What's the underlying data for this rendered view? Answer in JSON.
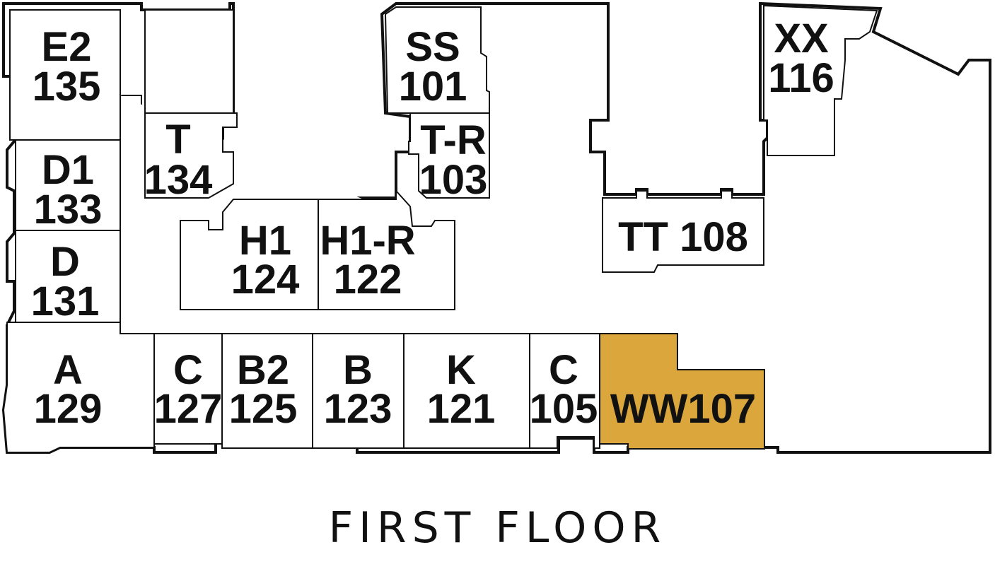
{
  "floor": {
    "title": "FIRST FLOOR"
  },
  "colors": {
    "highlight": "#DBA73C",
    "outline": "#111111",
    "background": "#ffffff"
  },
  "units": [
    {
      "id": "e2",
      "line1": "E2",
      "line2": "135"
    },
    {
      "id": "d1",
      "line1": "D1",
      "line2": "133"
    },
    {
      "id": "d",
      "line1": "D",
      "line2": "131"
    },
    {
      "id": "a",
      "line1": "A",
      "line2": "129"
    },
    {
      "id": "t",
      "line1": "T",
      "line2": "134"
    },
    {
      "id": "h1",
      "line1": "H1",
      "line2": "124"
    },
    {
      "id": "h1r",
      "line1": "H1-R",
      "line2": "122"
    },
    {
      "id": "ss",
      "line1": "SS",
      "line2": "101"
    },
    {
      "id": "tr",
      "line1": "T-R",
      "line2": "103"
    },
    {
      "id": "xx",
      "line1": "XX",
      "line2": "116"
    },
    {
      "id": "tt",
      "line1": "TT 108"
    },
    {
      "id": "c127",
      "line1": "C",
      "line2": "127"
    },
    {
      "id": "b2",
      "line1": "B2",
      "line2": "125"
    },
    {
      "id": "b",
      "line1": "B",
      "line2": "123"
    },
    {
      "id": "k",
      "line1": "K",
      "line2": "121"
    },
    {
      "id": "c105",
      "line1": "C",
      "line2": "105"
    },
    {
      "id": "ww",
      "line1": "WW107",
      "highlighted": true
    }
  ]
}
